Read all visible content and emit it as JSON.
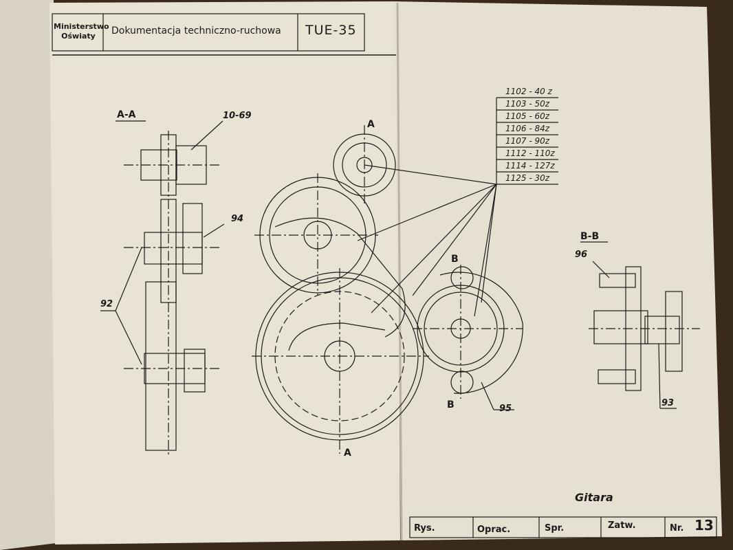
{
  "header": {
    "ministry": "Ministerstwo Oświaty",
    "doc_title": "Dokumentacja techniczno-ruchowa",
    "doc_code": "TUE-35"
  },
  "drawing": {
    "section_aa": "A-A",
    "section_bb": "B-B",
    "gear_ratio_label": "10-69",
    "part_labels": [
      "94",
      "92",
      "96",
      "93",
      "95"
    ],
    "section_marks": [
      "A",
      "A",
      "B",
      "B"
    ],
    "gear_list": [
      "1102 - 40 z",
      "1103 - 50z",
      "1105 - 60z",
      "1106 - 84z",
      "1107 - 90z",
      "1112 - 110z",
      "1114 - 127z",
      "1125 - 30z"
    ],
    "name": "Gitara"
  },
  "title_block": {
    "rys": "Rys.",
    "oprac": "Oprac.",
    "spr": "Spr.",
    "zatw": "Zatw.",
    "nr_label": "Nr.",
    "nr_value": "13"
  },
  "colors": {
    "paper": "#e9e3d6",
    "ink": "#1c1a18",
    "background": "#3a2a1c"
  }
}
